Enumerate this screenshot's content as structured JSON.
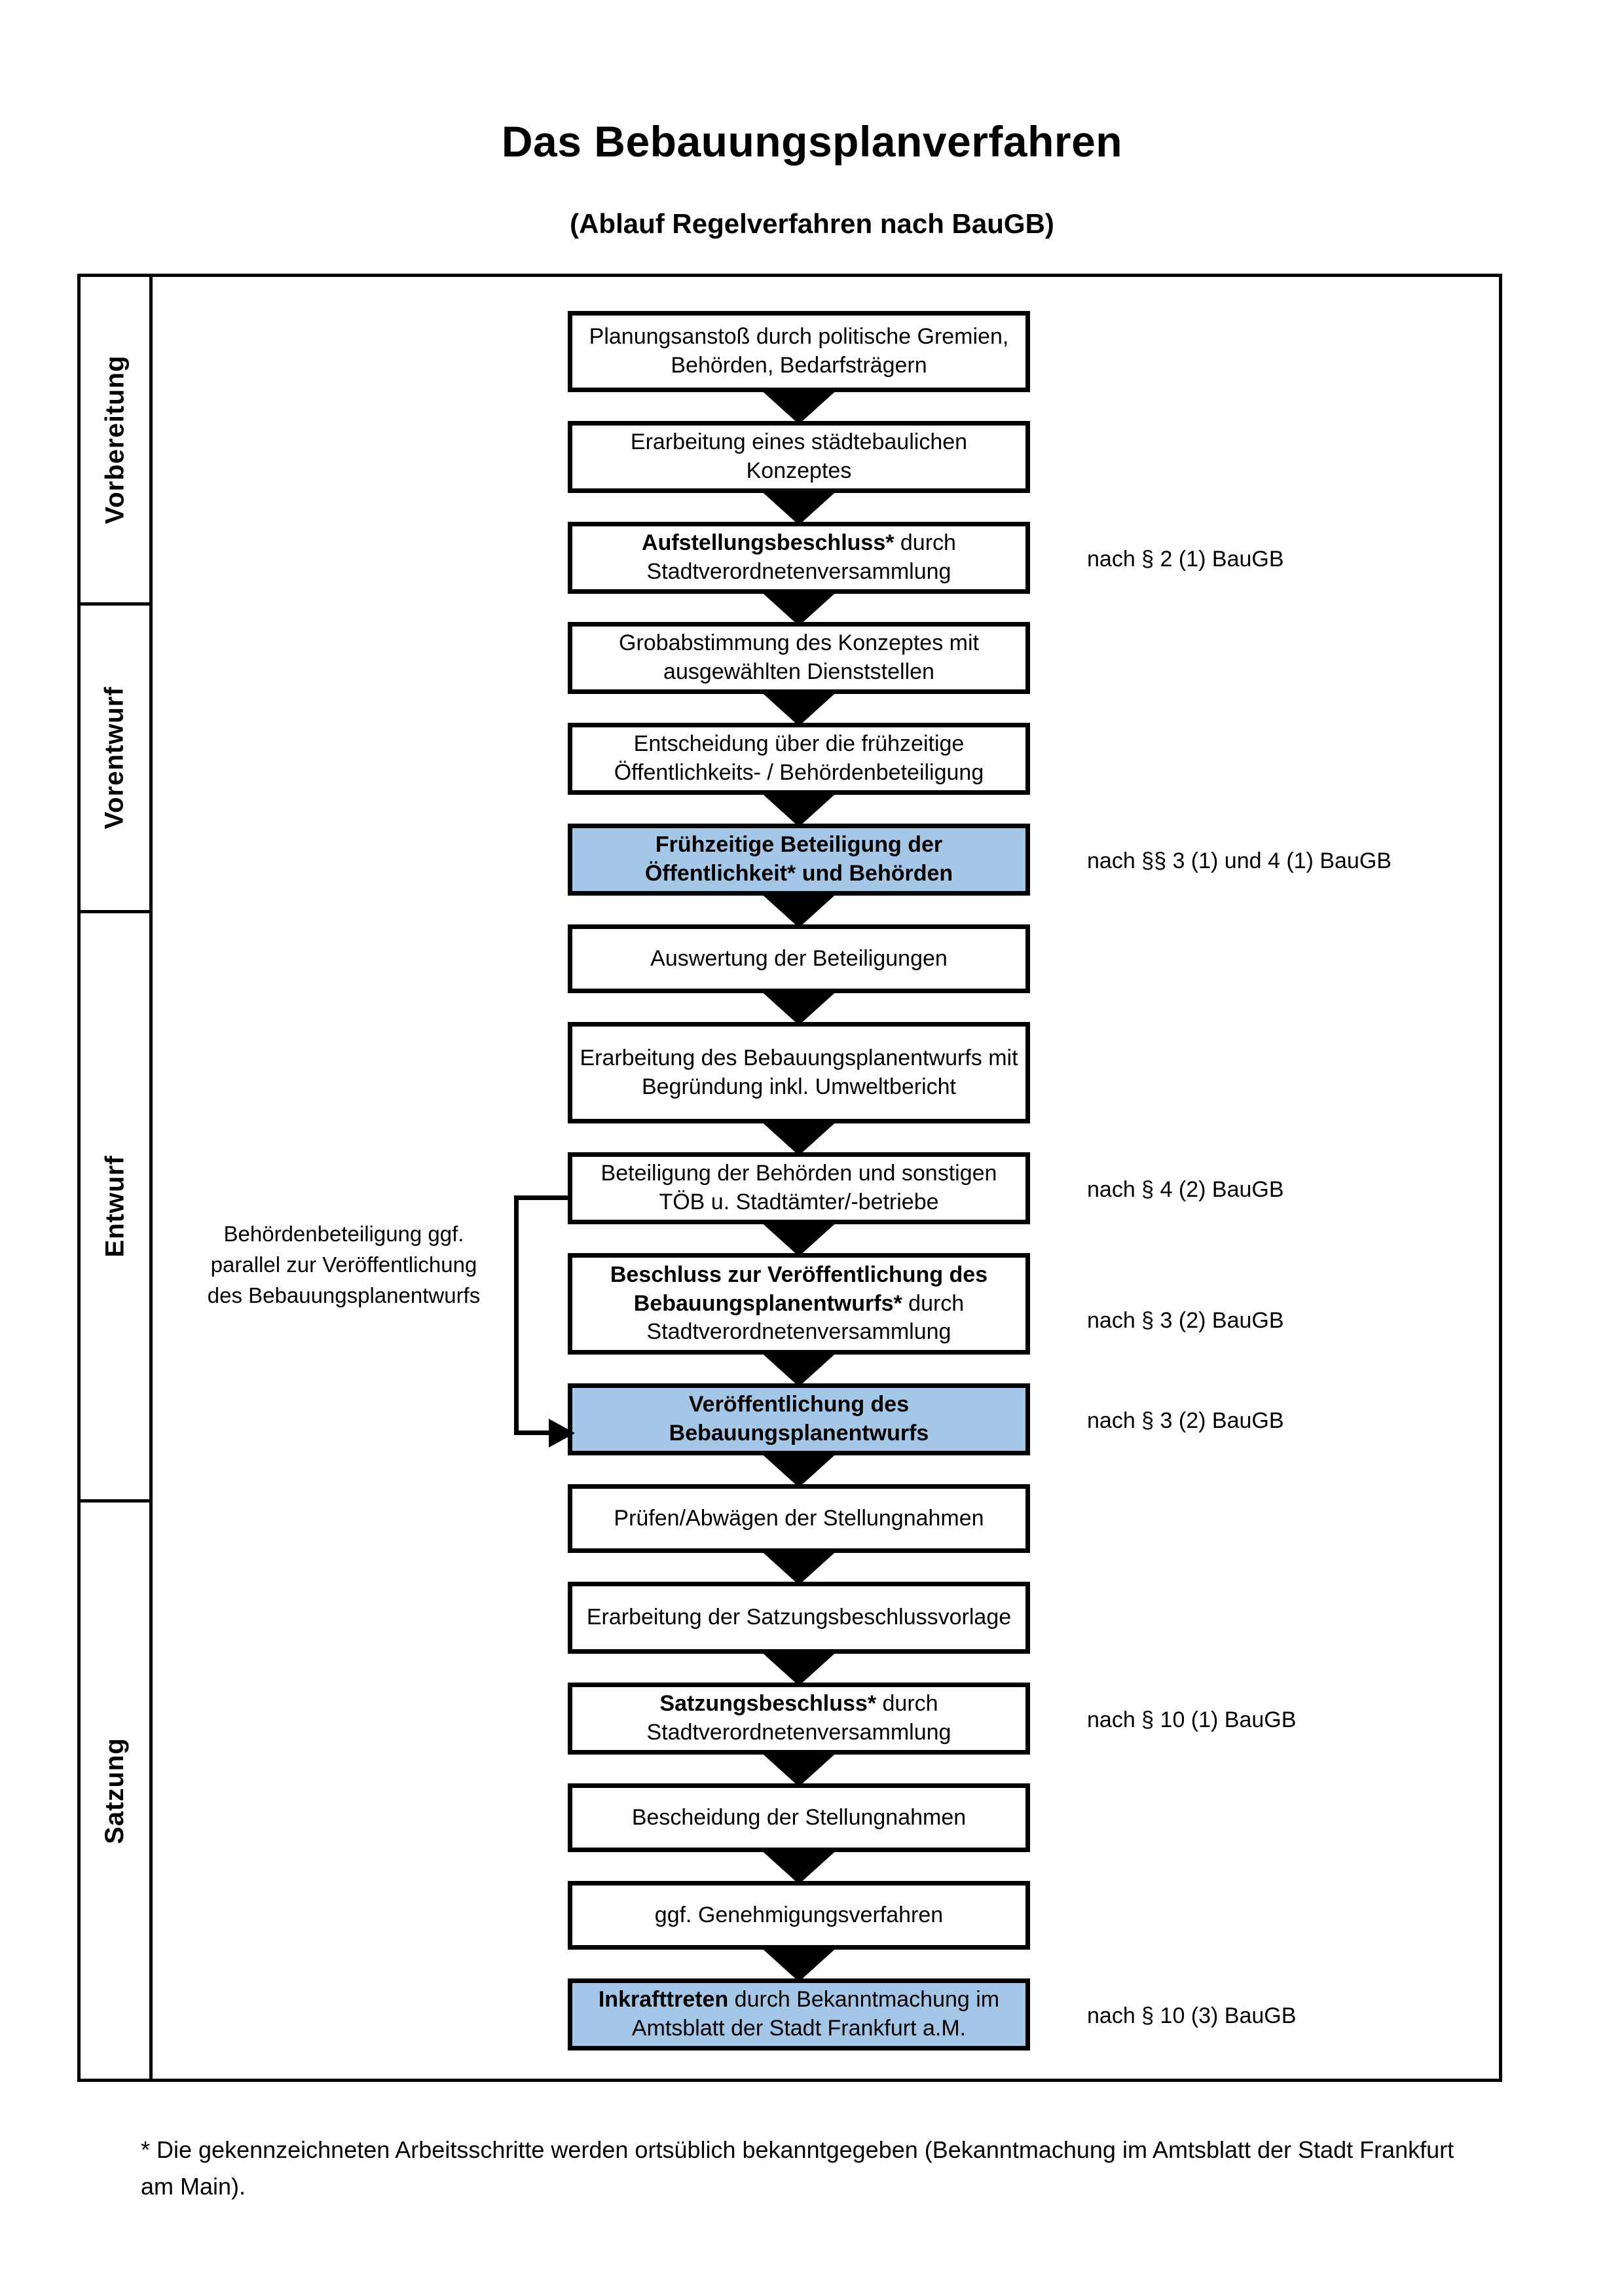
{
  "document": {
    "title": "Das Bebauungsplanverfahren",
    "subtitle": "(Ablauf Regelverfahren nach BauGB)",
    "footnote": "* Die gekennzeichneten Arbeitsschritte werden ortsüblich bekanntgegeben (Bekanntmachung im Amtsblatt  der Stadt Frankfurt am Main)."
  },
  "colors": {
    "highlight_blue": "#a4c7e8",
    "band_vorbereitung": "#f1f1f1",
    "band_vorentwurf": "#e6e6e6",
    "band_entwurf": "#d9d9d9",
    "band_satzung": "#bfbfbf",
    "outline": "#000000"
  },
  "phases": [
    {
      "label": "Vorbereitung"
    },
    {
      "label": "Vorentwurf"
    },
    {
      "label": "Entwurf"
    },
    {
      "label": "Satzung"
    }
  ],
  "steps": [
    {
      "id": "s1",
      "phase": "Vorbereitung",
      "bold": "",
      "text": "Planungsanstoß durch politische Gremien, Behörden, Bedarfsträgern",
      "highlight": false
    },
    {
      "id": "s2",
      "phase": "Vorbereitung",
      "bold": "",
      "text": "Erarbeitung eines städtebaulichen Konzeptes",
      "highlight": false
    },
    {
      "id": "s3",
      "phase": "Vorbereitung",
      "bold": "Aufstellungsbeschluss*",
      "text": " durch Stadtverordnetenversammlung",
      "highlight": false
    },
    {
      "id": "s4",
      "phase": "Vorentwurf",
      "bold": "",
      "text": "Grobabstimmung des Konzeptes mit ausgewählten Dienststellen",
      "highlight": false
    },
    {
      "id": "s5",
      "phase": "Vorentwurf",
      "bold": "",
      "text": "Entscheidung über die frühzeitige Öffentlichkeits- / Behördenbeteiligung",
      "highlight": false
    },
    {
      "id": "s6",
      "phase": "Vorentwurf",
      "bold": "Frühzeitige Beteiligung der Öffentlichkeit* und Behörden",
      "text": "",
      "highlight": true
    },
    {
      "id": "s7",
      "phase": "Entwurf",
      "bold": "",
      "text": "Auswertung der Beteiligungen",
      "highlight": false
    },
    {
      "id": "s8",
      "phase": "Entwurf",
      "bold": "",
      "text": "Erarbeitung des Bebauungsplanentwurfs mit Begründung inkl. Umweltbericht",
      "highlight": false
    },
    {
      "id": "s9",
      "phase": "Entwurf",
      "bold": "",
      "text": "Beteiligung der Behörden und sonstigen TÖB u. Stadtämter/-betriebe",
      "highlight": false
    },
    {
      "id": "s10",
      "phase": "Entwurf",
      "bold": "Beschluss zur Veröffentlichung des Bebauungsplanentwurfs*",
      "text": " durch Stadtverordnetenversammlung",
      "highlight": false
    },
    {
      "id": "s11",
      "phase": "Entwurf",
      "bold": "Veröffentlichung des Bebauungsplanentwurfs",
      "text": "",
      "highlight": true
    },
    {
      "id": "s12",
      "phase": "Satzung",
      "bold": "",
      "text": "Prüfen/Abwägen der Stellungnahmen",
      "highlight": false
    },
    {
      "id": "s13",
      "phase": "Satzung",
      "bold": "",
      "text": "Erarbeitung der Satzungsbeschlussvorlage",
      "highlight": false
    },
    {
      "id": "s14",
      "phase": "Satzung",
      "bold": "Satzungsbeschluss*",
      "text": " durch Stadtverordnetenversammlung",
      "highlight": false
    },
    {
      "id": "s15",
      "phase": "Satzung",
      "bold": "",
      "text": "Bescheidung der Stellungnahmen",
      "highlight": false
    },
    {
      "id": "s16",
      "phase": "Satzung",
      "bold": "",
      "text": "ggf. Genehmigungsverfahren",
      "highlight": false
    },
    {
      "id": "s17",
      "phase": "Satzung",
      "bold": "Inkrafttreten",
      "text": " durch Bekanntmachung im Amtsblatt der Stadt Frankfurt a.M.",
      "highlight": true
    }
  ],
  "law_refs": [
    {
      "id": "r1",
      "text": "nach § 2 (1) BauGB",
      "for": "s3"
    },
    {
      "id": "r2",
      "text": "nach §§ 3 (1) und 4 (1) BauGB",
      "for": "s6"
    },
    {
      "id": "r3",
      "text": "nach § 4 (2) BauGB",
      "for": "s9"
    },
    {
      "id": "r4",
      "text": "nach § 3 (2) BauGB",
      "for": "s10"
    },
    {
      "id": "r5",
      "text": "nach § 3 (2) BauGB",
      "for": "s11"
    },
    {
      "id": "r6",
      "text": "nach § 10 (1) BauGB",
      "for": "s14"
    },
    {
      "id": "r7",
      "text": "nach § 10 (3) BauGB",
      "for": "s17"
    }
  ],
  "side_note": {
    "text": "Behördenbeteiligung ggf. parallel zur Veröffentlichung des Bebauungsplanentwurfs"
  }
}
